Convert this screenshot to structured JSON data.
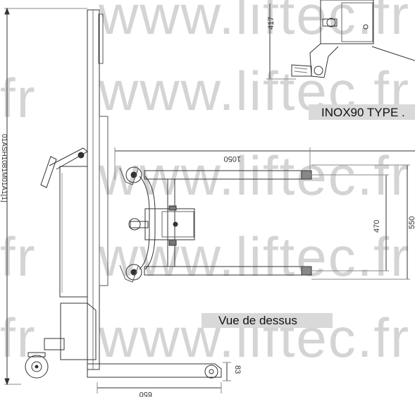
{
  "watermark": "www.liftec.fr",
  "watermark_fragment": "fr",
  "labels": {
    "type_label": "INOX90 TYPE .",
    "top_view_label": "Vue de dessus"
  },
  "dimensions": {
    "dim_1050": "1050",
    "dim_470": "470",
    "dim_550": "550",
    "dim_83": "83",
    "dim_650": "650",
    "dim_417": "417",
    "dim_total_height": "01ASH1081M01A1[1]"
  }
}
